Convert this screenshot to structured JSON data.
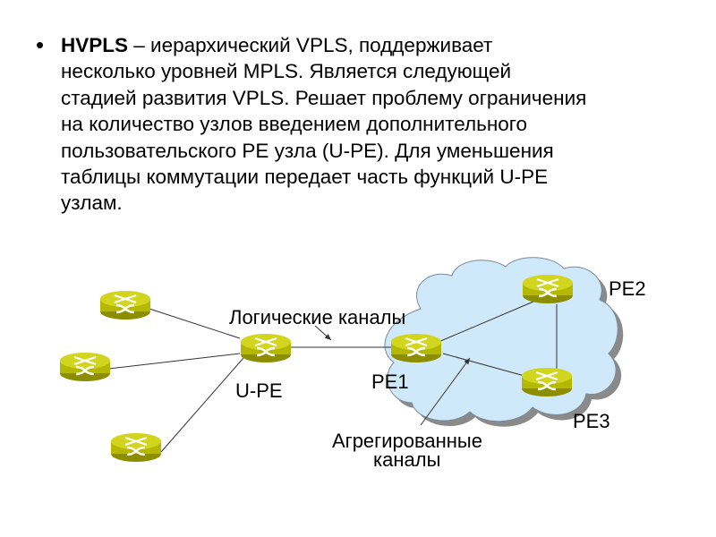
{
  "slide": {
    "bullet_symbol": "•",
    "term": "HVPLS",
    "lines": [
      " – иерархический VPLS, поддерживает",
      "несколько уровней MPLS. Является следующей",
      "стадией развития VPLS. Решает проблему ограничения",
      "на количество узлов введением дополнительного",
      "пользовательского PE узла (U-PE). Для уменьшения",
      "таблицы коммутации передает часть функций U-PE",
      "узлам."
    ]
  },
  "diagram": {
    "labels": {
      "logical_channels": "Логические каналы",
      "upe": "U-PE",
      "pe1": "PE1",
      "pe2": "PE2",
      "pe3": "PE3",
      "aggregated_line1": "Агрегированные",
      "aggregated_line2": "каналы"
    },
    "colors": {
      "router_body": "#b5b800",
      "router_top": "#cfd21a",
      "router_mark": "#ffffff",
      "cloud_fill": "#cfe9fb",
      "cloud_stroke": "#7a8a99",
      "link": "#333333"
    }
  }
}
